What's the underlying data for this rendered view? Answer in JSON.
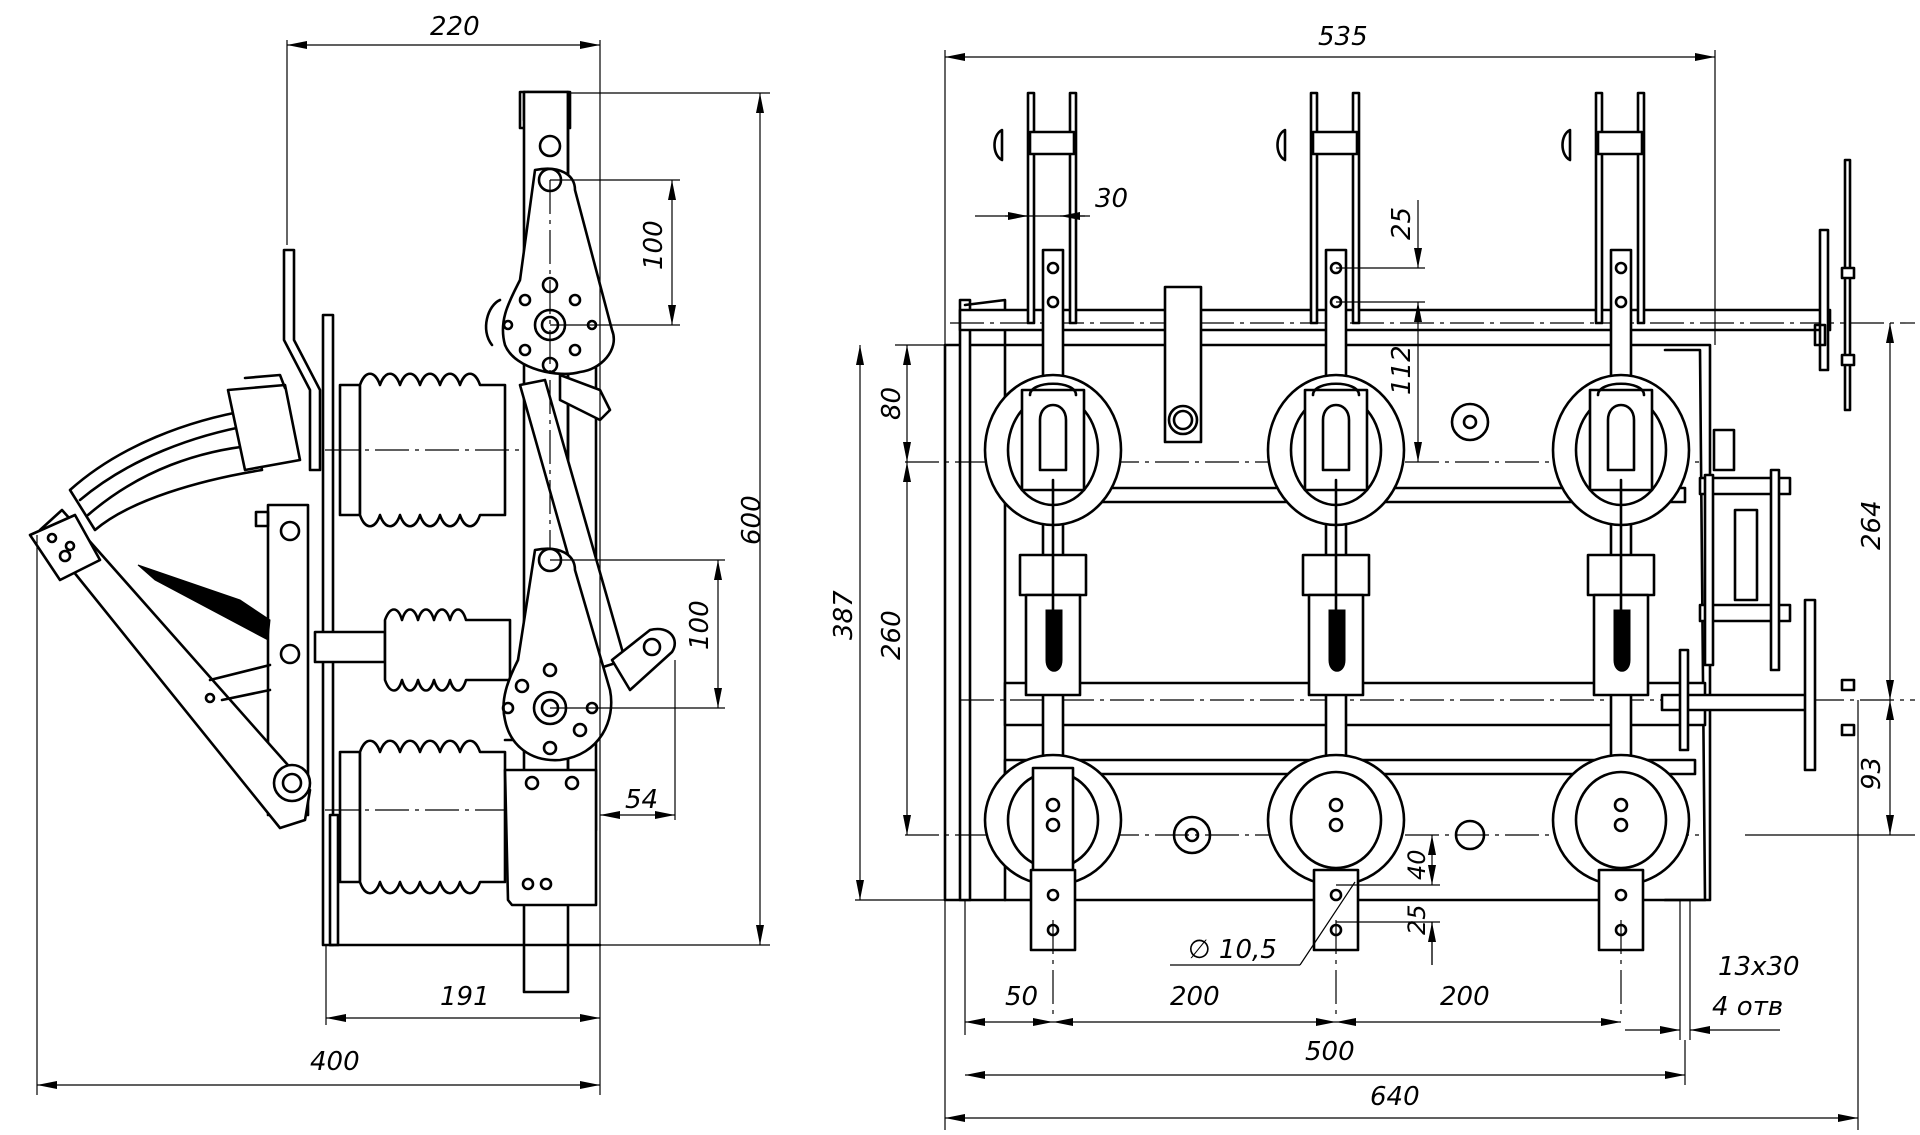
{
  "drawing": {
    "title": "Three-pole disconnector with insulators — side and front views",
    "views": [
      "side-view",
      "front-view"
    ]
  },
  "side_view": {
    "dimensions": {
      "top_width": "220",
      "crank_upper_pitch": "100",
      "overall_height": "600",
      "crank_lower_pitch": "100",
      "lever_offset": "54",
      "base_depth": "191",
      "overall_depth": "400"
    }
  },
  "front_view": {
    "dimensions": {
      "frame_width": "535",
      "blade_gap": "30",
      "hole_pitch_top": "25",
      "shaft_to_contact": "112",
      "upper_offset": "80",
      "height_387": "387",
      "height_260": "260",
      "right_height_264": "264",
      "right_height_93": "93",
      "bottom_offset_40": "40",
      "hole_pitch_bottom": "25",
      "hole_diameter": "∅ 10,5",
      "edge_to_pole": "50",
      "pole_pitch_left": "200",
      "pole_pitch_right": "200",
      "slot_size": "13x30",
      "slot_count": "4 отв",
      "mount_width": "500",
      "overall_width": "640"
    }
  }
}
